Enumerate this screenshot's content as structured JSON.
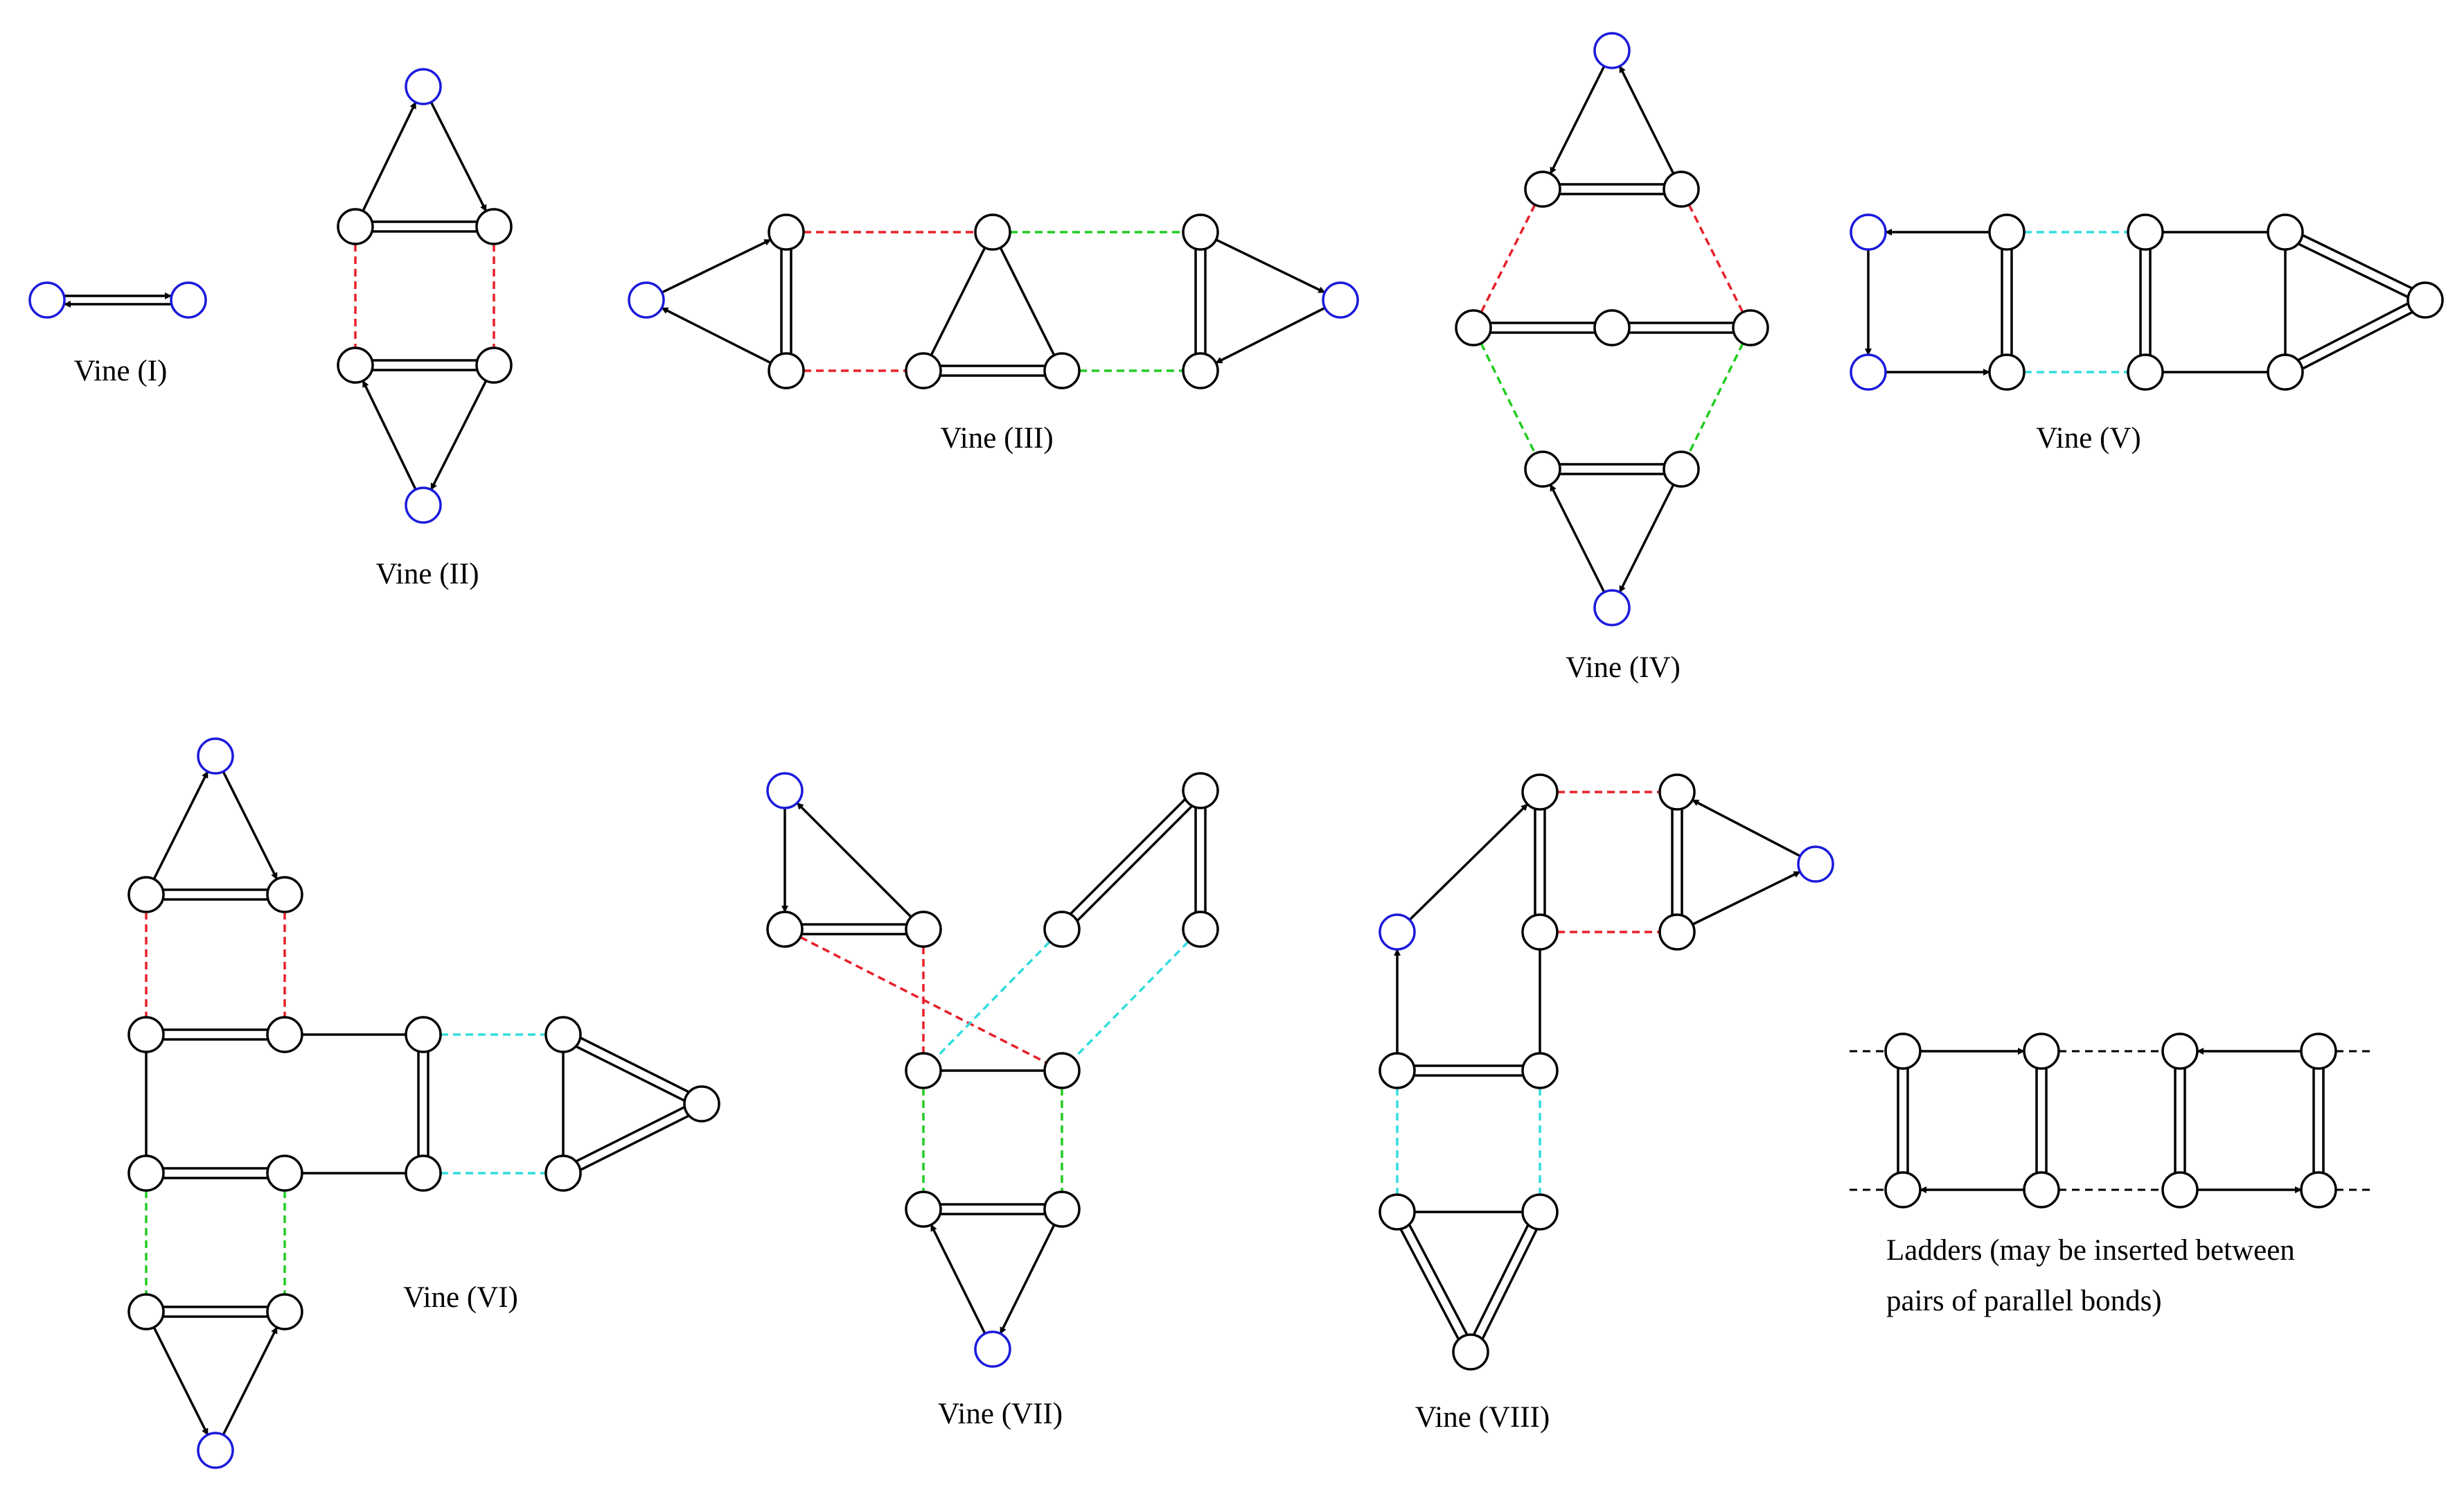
{
  "labels": {
    "v1": "Vine (I)",
    "v2": "Vine (II)",
    "v3": "Vine (III)",
    "v4": "Vine (IV)",
    "v5": "Vine (V)",
    "v6": "Vine (VI)",
    "v7": "Vine (VII)",
    "v8": "Vine (VIII)",
    "ladders_line1": "Ladders (may be inserted between",
    "ladders_line2": "pairs of parallel bonds)"
  },
  "colors": {
    "node_stroke": "#000000",
    "external_node_stroke": "#1a1adc",
    "edge": "#000000",
    "red_link": "#e8202a",
    "green_link": "#22cc22",
    "cyan_link": "#33dddd",
    "ladder_rail": "#000000"
  }
}
